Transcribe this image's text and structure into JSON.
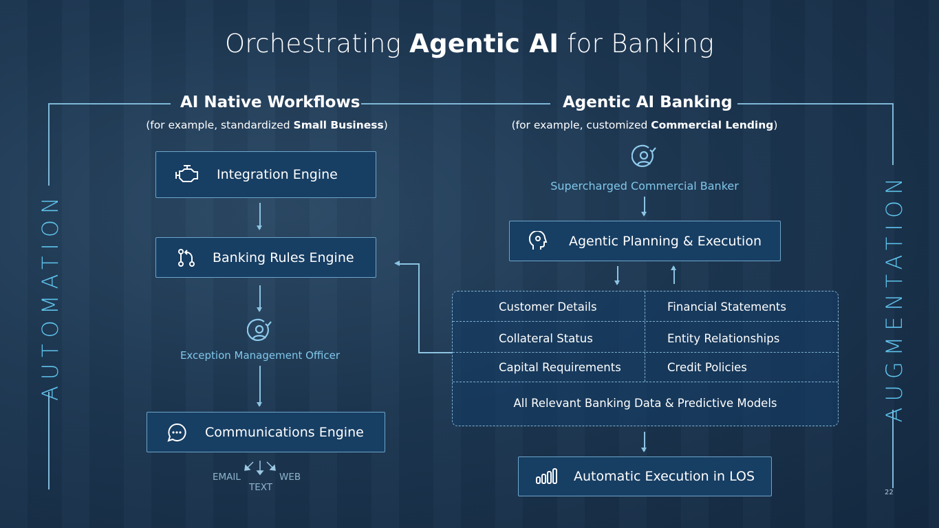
{
  "title": {
    "prefix": "Orchestrating ",
    "bold": "Agentic AI",
    "suffix": " for Banking"
  },
  "side_labels": {
    "left": "AUTOMATION",
    "right": "AUGMENTATION"
  },
  "left": {
    "heading": "AI Native Workflows",
    "subtitle": {
      "prefix": "(for example, standardized ",
      "bold": "Small Business",
      "suffix": ")"
    },
    "integration": "Integration Engine",
    "rules": "Banking Rules Engine",
    "officer": "Exception Management Officer",
    "communications": "Communications Engine",
    "channels": {
      "email": "EMAIL",
      "text": "TEXT",
      "web": "WEB"
    }
  },
  "right": {
    "heading": "Agentic AI Banking",
    "subtitle": {
      "prefix": "(for example, customized ",
      "bold": "Commercial Lending",
      "suffix": ")"
    },
    "banker": "Supercharged Commercial Banker",
    "planning": "Agentic Planning & Execution",
    "data_cells": [
      "Customer Details",
      "Financial Statements",
      "Collateral Status",
      "Entity Relationships",
      "Capital Requirements",
      "Credit Policies"
    ],
    "data_all": "All Relevant Banking Data & Predictive Models",
    "los": "Automatic Execution in LOS"
  },
  "page_number": "22"
}
